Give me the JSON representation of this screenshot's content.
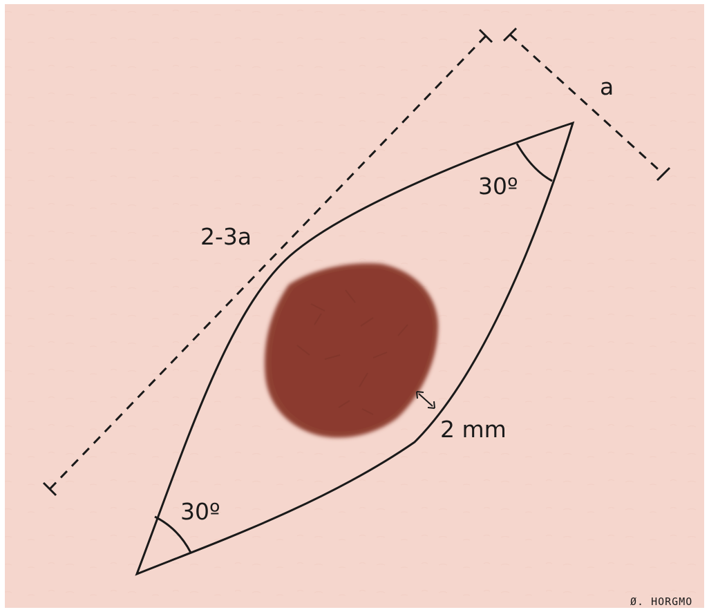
{
  "diagram": {
    "labels": {
      "width_label": "a",
      "length_label": "2-3a",
      "angle_top": "30º",
      "angle_bottom": "30º",
      "margin_label": "2 mm"
    },
    "signature": "Ø. HORGMO"
  },
  "colors": {
    "skin_background": "#f5d6cd",
    "outer_frame": "#ffffff",
    "outline": "#1a1a1a",
    "lesion": "#8e3f33",
    "lesion_edge": "#7a3128"
  }
}
